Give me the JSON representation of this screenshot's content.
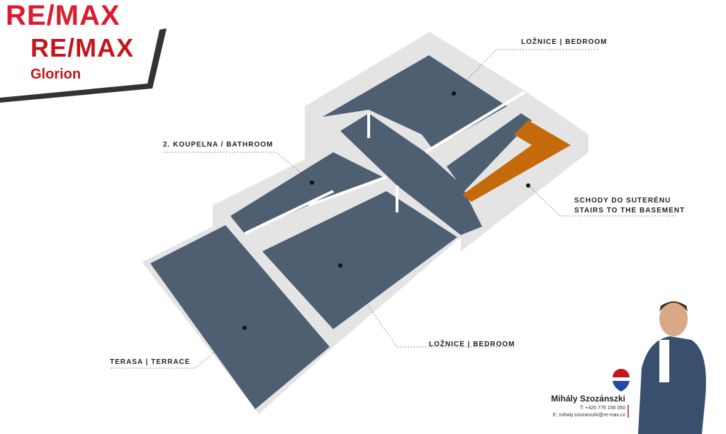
{
  "logo": {
    "brand_back": "RE/MAX",
    "brand_front": "RE/MAX",
    "office": "Glorion"
  },
  "rooms": {
    "bedroom_top": "LOŽNICE | BEDROOM",
    "bathroom": "2. KOUPELNA / BATHROOM",
    "stairs_line1": "SCHODY DO SUTERÉNU",
    "stairs_line2": "STAIRS TO THE BASEMENT",
    "bedroom_bottom": "LOŽNICE | BEDROOM",
    "terrace": "TERASA | TERRACE"
  },
  "agent": {
    "name": "Mihály Szozánszki",
    "phone": "T: +420 776 156 050",
    "email": "E: mihaly.szozanszki@re-max.cz",
    "badge": "RE/MAX"
  },
  "colors": {
    "floor": "#4f5f72",
    "wall": "#e2e2e2",
    "stairs": "#c46a0a",
    "brand_red": "#c4151c",
    "brand_blue": "#1f4aa8"
  }
}
